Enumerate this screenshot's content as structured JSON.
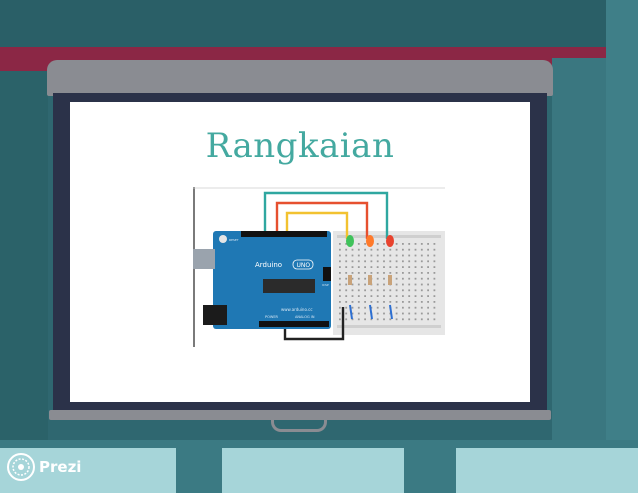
{
  "slide": {
    "title": "Rangkaian",
    "diagram": {
      "board_label": "Arduino",
      "board_model": "UNO",
      "board_site": "www.arduino.cc",
      "board_power": "POWER",
      "board_analog": "ANALOG IN",
      "board_icsp": "ICSP",
      "board_reset": "RESET",
      "led_colors": [
        "#3fc25a",
        "#ff7a2b",
        "#e8432e"
      ],
      "wire_colors": [
        "#2fa7a0",
        "#e6502f",
        "#f2c230"
      ]
    }
  },
  "brand": {
    "name": "Prezi"
  },
  "colors": {
    "title": "#44a9a0",
    "stripe": "#8b2745",
    "screen_frame": "#2b3249",
    "board": "#1f78b4"
  }
}
